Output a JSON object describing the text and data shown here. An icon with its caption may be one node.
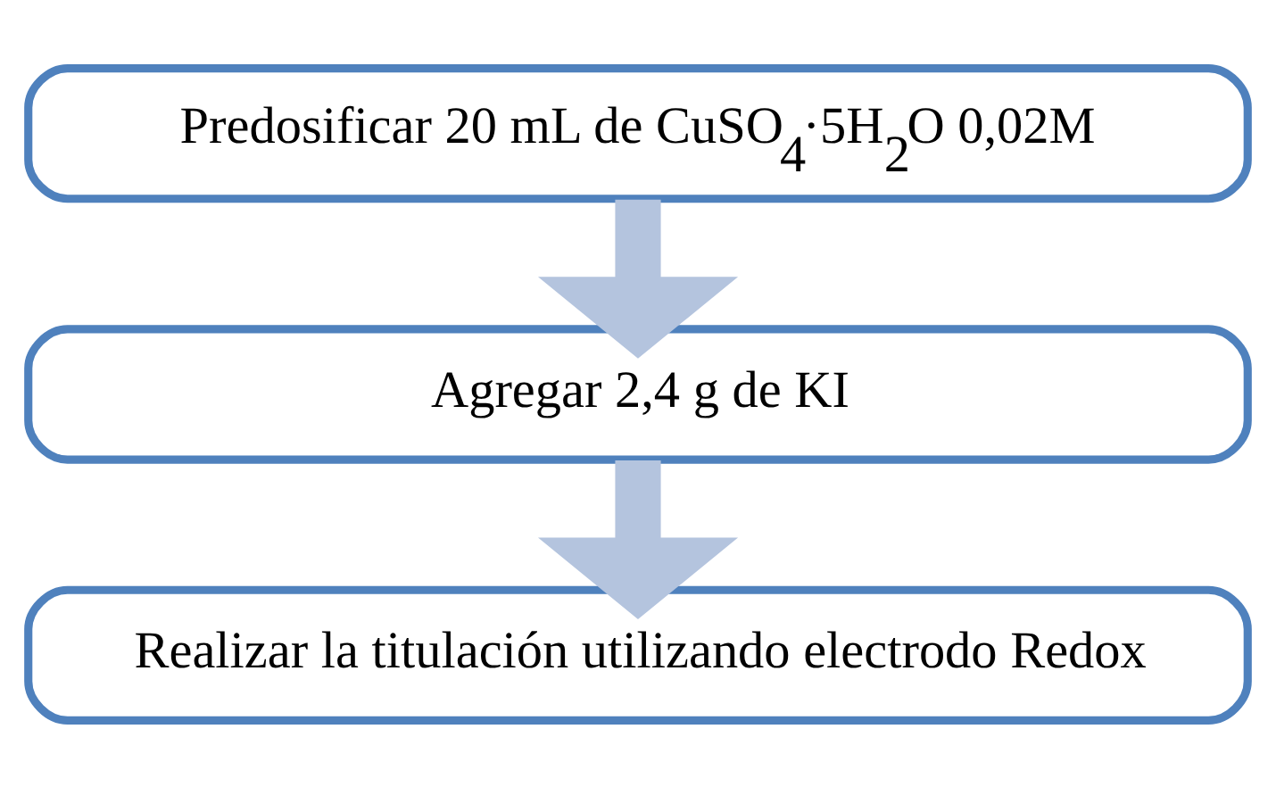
{
  "diagram": {
    "nodes": [
      {
        "text": [
          "Predosificar 20 mL de CuSO$_{4}$·5H$_{2}$O 0,02M"
        ]
      },
      {
        "text": [
          "Agregar 2,4 g de KI"
        ]
      },
      {
        "text": [
          "Realizar la titulación utilizando electrodo Redox"
        ]
      }
    ],
    "edges": [
      {
        "from": 0,
        "to": 1,
        "arrow": "to"
      },
      {
        "from": 1,
        "to": 2,
        "arrow": "to"
      }
    ]
  }
}
